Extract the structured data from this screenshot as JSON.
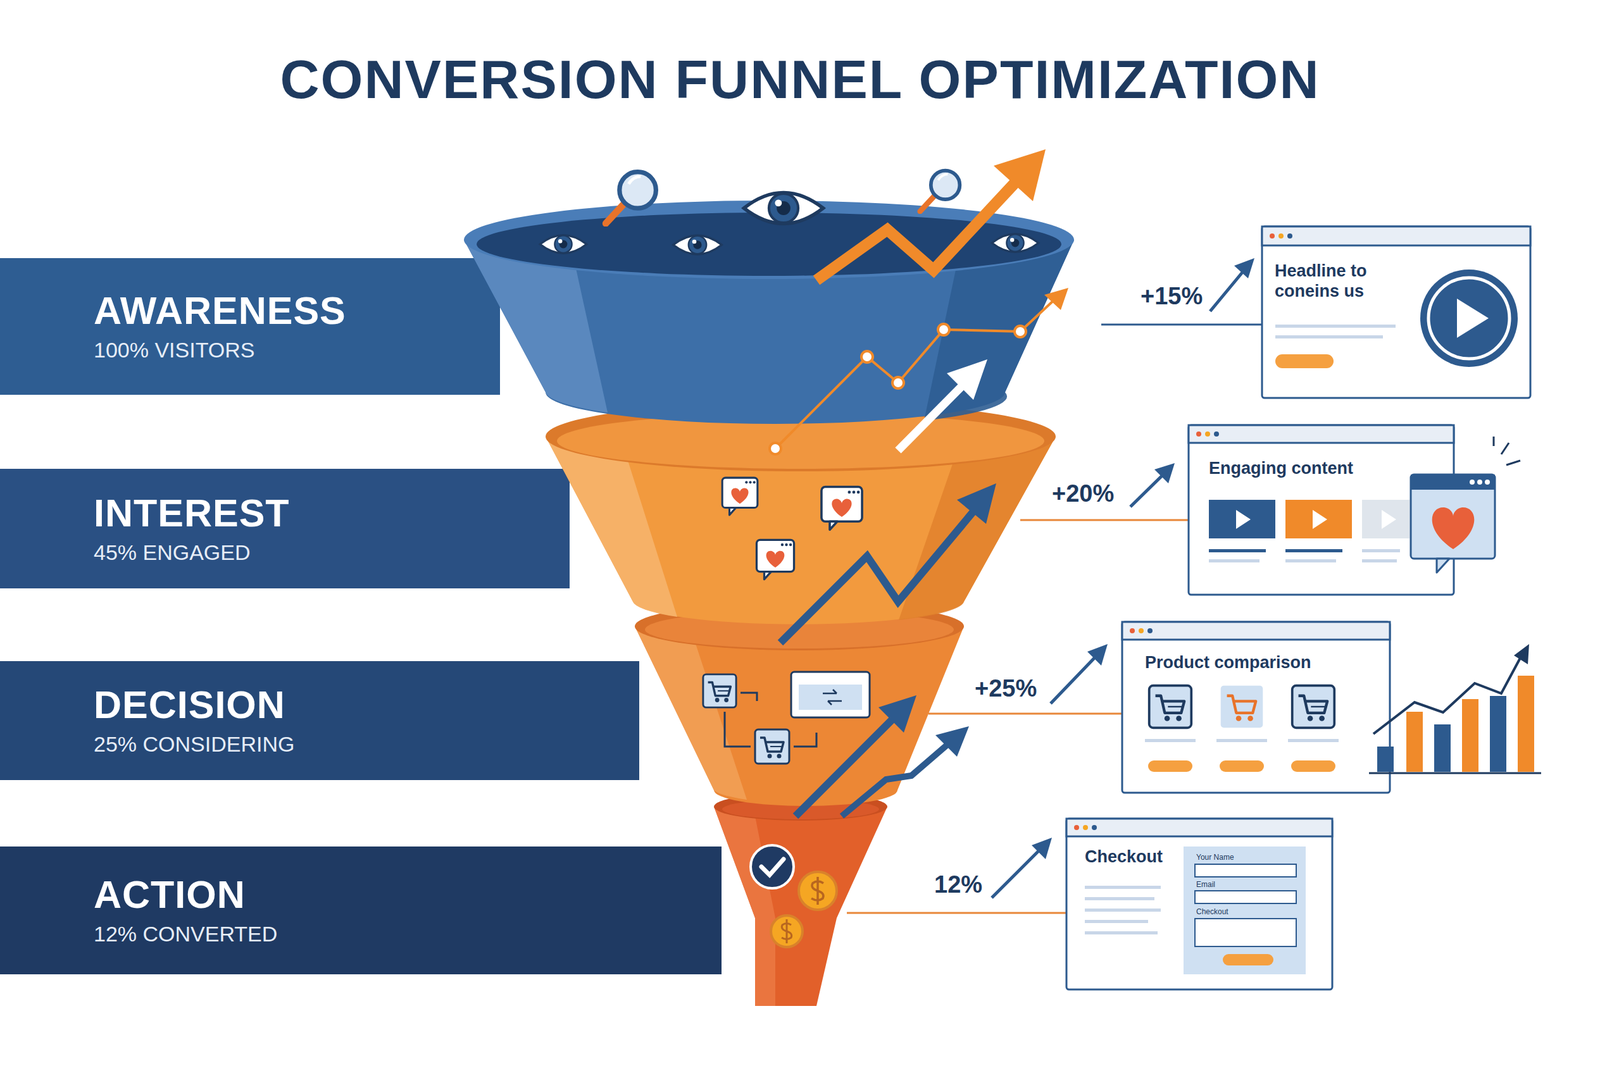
{
  "diagram": {
    "title": "CONVERSION FUNNEL OPTIMIZATION",
    "nodes": [
      {
        "text": [
          "AWARENESS",
          "100% VISITORS"
        ]
      },
      {
        "text": [
          "INTEREST",
          "45% ENGAGED"
        ]
      },
      {
        "text": [
          "DECISION",
          "25% CONSIDERING"
        ]
      },
      {
        "text": [
          "ACTION",
          "12% CONVERTED"
        ]
      },
      {
        "text": [
          "Headline to coneins us"
        ]
      },
      {
        "text": [
          "Engaging content"
        ]
      },
      {
        "text": [
          "Product comparison"
        ]
      },
      {
        "text": [
          "Checkout"
        ]
      }
    ],
    "labels": [
      "+15%",
      "+20%",
      "+25%",
      "12%",
      "Your Name",
      "Email",
      "Checkout"
    ]
  }
}
